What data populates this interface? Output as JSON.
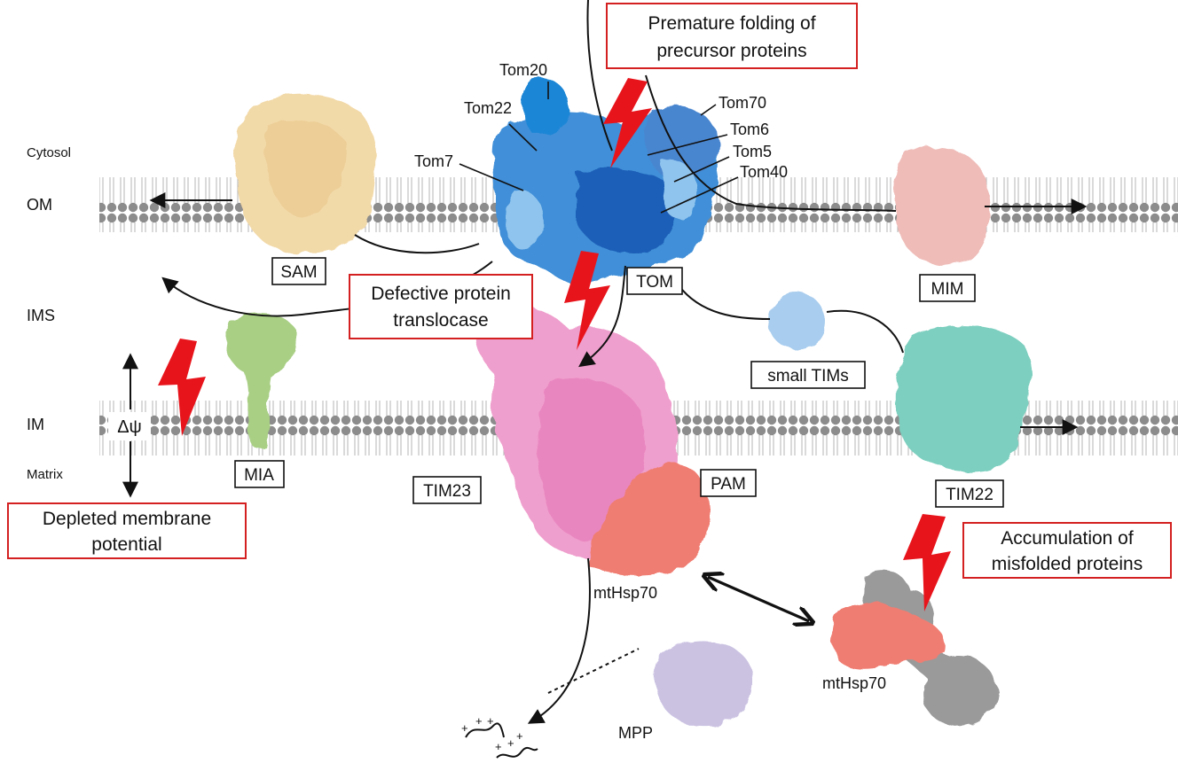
{
  "compartments": {
    "cytosol": "Cytosol",
    "om": "OM",
    "ims": "IMS",
    "im": "IM",
    "matrix": "Matrix"
  },
  "membrane_potential_symbol": "Δψ",
  "complexes": {
    "sam": "SAM",
    "tom": "TOM",
    "mim": "MIM",
    "mia": "MIA",
    "small_tims": "small TIMs",
    "tim23": "TIM23",
    "pam": "PAM",
    "tim22": "TIM22"
  },
  "tom_subunits": {
    "tom20": "Tom20",
    "tom22": "Tom22",
    "tom7": "Tom7",
    "tom70": "Tom70",
    "tom6": "Tom6",
    "tom5": "Tom5",
    "tom40": "Tom40"
  },
  "plain_labels": {
    "mthsp70_pam": "mtHsp70",
    "mthsp70_misfolded": "mtHsp70",
    "mpp": "MPP"
  },
  "defects": {
    "premature_folding": [
      "Premature folding of",
      "precursor proteins"
    ],
    "defective_translocase": [
      "Defective protein",
      "translocase"
    ],
    "depleted_potential": [
      "Depleted membrane",
      "potential"
    ],
    "misfolded_accumulation": [
      "Accumulation of",
      "misfolded proteins"
    ]
  },
  "colors": {
    "defect_border": "#d42020",
    "lightning": "#e8141c",
    "sam": "#f2d9a8",
    "tom_dark": "#1f5fb8",
    "tom_mid": "#3f8fd8",
    "tom_light": "#8fc4ee",
    "mim": "#efbcb8",
    "mia": "#a9cf85",
    "small_tims": "#a9cdee",
    "tim23": "#ef9fcd",
    "pam": "#f07d72",
    "tim22": "#7dcfbf",
    "mpp": "#cbc2e2",
    "misfolded": "#9a9a9a"
  }
}
